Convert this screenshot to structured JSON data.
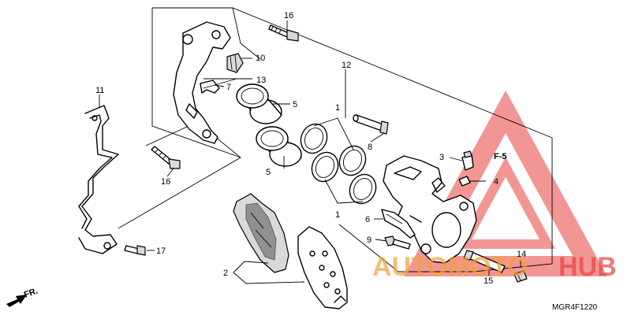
{
  "diagram": {
    "callouts": [
      "1",
      "1",
      "2",
      "3",
      "4",
      "5",
      "5",
      "6",
      "7",
      "8",
      "9",
      "10",
      "11",
      "12",
      "13",
      "14",
      "15",
      "16",
      "16",
      "17"
    ],
    "reference_box": "F-5",
    "direction_label": "FR.",
    "drawing_code": "MGR4F1220"
  },
  "watermark": {
    "part1": "AUTOMOTO",
    "part2": "HUB",
    "color_primary": "#e8423f",
    "color_secondary": "#f2a03a"
  }
}
